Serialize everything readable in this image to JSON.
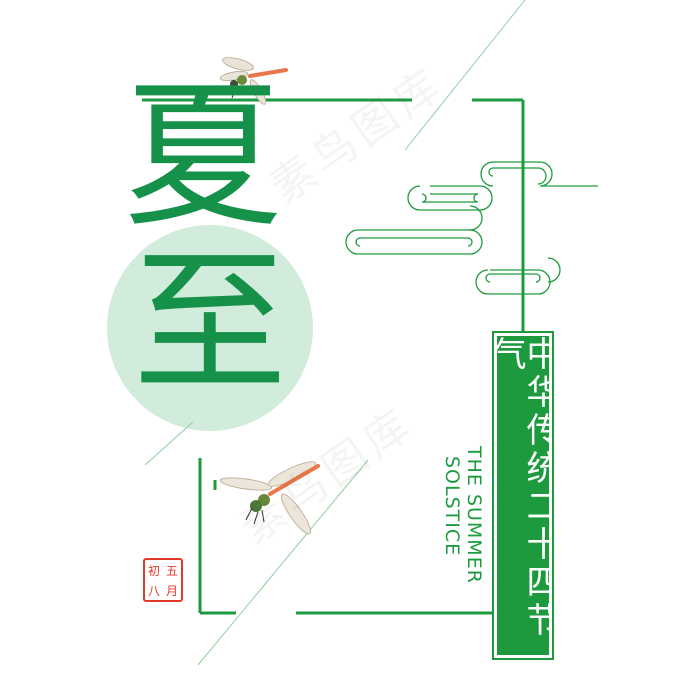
{
  "title": {
    "char1": "夏",
    "char2": "至"
  },
  "tag": {
    "text": "中华传统二十四节气"
  },
  "english": {
    "line1": "THE SUMMER",
    "line2": "SOLSTICE"
  },
  "seal": {
    "tr": "五",
    "br": "月",
    "tl": "初",
    "bl": "八"
  },
  "watermark": {
    "text": "素鸟图库"
  },
  "icons": {
    "dragonfly": "dragonfly-illustration",
    "cloud": "cloud-scroll-motif",
    "seal": "red-seal-stamp"
  },
  "colors": {
    "green": "#1e9a3e",
    "title_green": "#15914a",
    "circle": "#d2ecdc",
    "tag_text": "#ffffff",
    "seal_red": "#e03a2a",
    "dragonfly_wing": "#e8784a"
  }
}
